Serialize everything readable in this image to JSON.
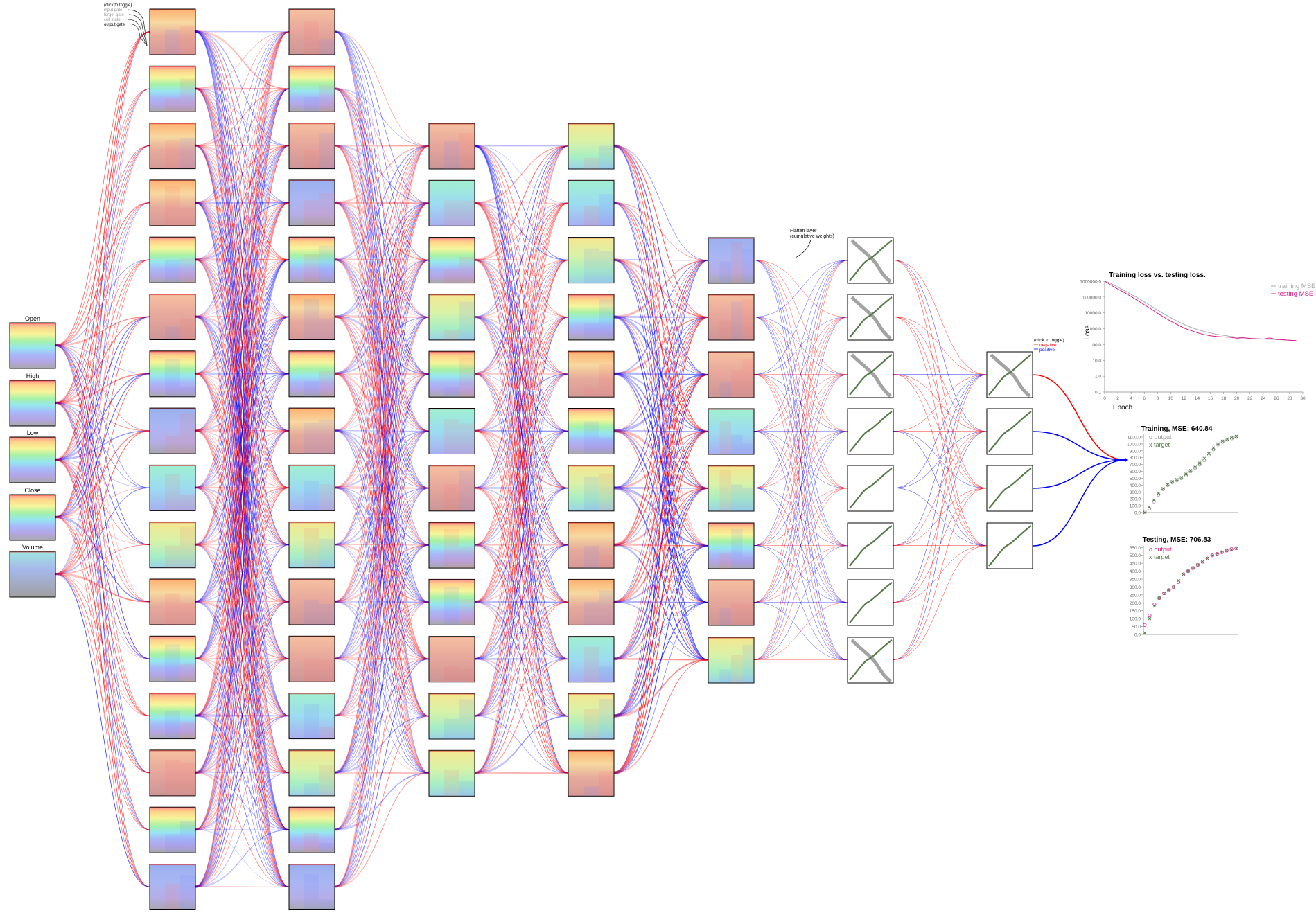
{
  "inputs": {
    "labels": [
      "Open",
      "High",
      "Low",
      "Close",
      "Volume"
    ]
  },
  "lstm_legend": {
    "toggle": "(click to toggle)",
    "items": [
      "input gate",
      "forget gate",
      "cell state",
      "output gate"
    ]
  },
  "flatten_annotation": {
    "line1": "Flatten layer",
    "line2": "(cumulative weights)"
  },
  "weight_legend": {
    "toggle": "(click to toggle)",
    "negative": "negative",
    "positive": "positive"
  },
  "layers": [
    {
      "kind": "input",
      "count": 5
    },
    {
      "kind": "lstm",
      "count": 16
    },
    {
      "kind": "lstm",
      "count": 16
    },
    {
      "kind": "lstm",
      "count": 12
    },
    {
      "kind": "lstm",
      "count": 12
    },
    {
      "kind": "lstm",
      "count": 8
    },
    {
      "kind": "dense",
      "count": 8
    },
    {
      "kind": "dense",
      "count": 4
    },
    {
      "kind": "output",
      "count": 1
    }
  ],
  "colors": {
    "negative": "#ff0000",
    "positive": "#0000ff",
    "target": "#557a46",
    "output_train": "#9a9a9a",
    "output_test": "#e0148c"
  },
  "loss_chart": {
    "title": "Training loss vs. testing loss.",
    "xlabel": "Epoch",
    "ylabel": "Loss",
    "legend": [
      "training MSE",
      "testing MSE"
    ],
    "y_ticks": [
      "1000000.0",
      "100000.0",
      "10000.0",
      "1000.0",
      "100.0",
      "10.0",
      "1.0",
      "0.1"
    ],
    "x_ticks": [
      "0",
      "2",
      "4",
      "6",
      "8",
      "10",
      "12",
      "14",
      "16",
      "18",
      "20",
      "22",
      "24",
      "26",
      "28",
      "30"
    ]
  },
  "train_chart": {
    "title": "Training, MSE: 640.84",
    "legend_output": "o  output",
    "legend_target": "x  target",
    "y_ticks": [
      "1100.0",
      "1000.0",
      "900.0",
      "800.0",
      "700.0",
      "600.0",
      "500.0",
      "400.0",
      "300.0",
      "200.0",
      "100.0",
      "0.0"
    ]
  },
  "test_chart": {
    "title": "Testing, MSE: 706.83",
    "legend_output": "o  output",
    "legend_target": "x  target",
    "y_ticks": [
      "550.0",
      "500.0",
      "450.0",
      "400.0",
      "350.0",
      "300.0",
      "250.0",
      "200.0",
      "150.0",
      "100.0",
      "50.0",
      "0.0"
    ]
  },
  "chart_data": [
    {
      "type": "line",
      "title": "Training loss vs. testing loss.",
      "xlabel": "Epoch",
      "ylabel": "Loss",
      "y_scale": "log",
      "xlim": [
        0,
        30
      ],
      "ylim": [
        0.1,
        1000000
      ],
      "legend_position": "top-right",
      "x": [
        0,
        1,
        2,
        3,
        4,
        5,
        6,
        7,
        8,
        9,
        10,
        11,
        12,
        13,
        14,
        15,
        16,
        17,
        18,
        19,
        20,
        21,
        22,
        23,
        24,
        25,
        26,
        27,
        28,
        29
      ],
      "series": [
        {
          "name": "training MSE",
          "values": [
            1100000,
            700000,
            420000,
            260000,
            150000,
            90000,
            50000,
            28000,
            15000,
            8500,
            5000,
            3000,
            1900,
            1250,
            900,
            680,
            540,
            440,
            380,
            330,
            290,
            270,
            250,
            235,
            225,
            215,
            205,
            195,
            188,
            180
          ]
        },
        {
          "name": "testing MSE",
          "values": [
            1000000,
            560000,
            320000,
            190000,
            110000,
            60000,
            33000,
            18000,
            9500,
            5200,
            3000,
            1800,
            1100,
            780,
            560,
            430,
            360,
            320,
            300,
            290,
            250,
            270,
            240,
            230,
            220,
            260,
            210,
            200,
            185,
            175
          ]
        }
      ]
    },
    {
      "type": "scatter",
      "title": "Training, MSE: 640.84",
      "ylim": [
        0,
        1150
      ],
      "series": [
        {
          "name": "output",
          "values": [
            10,
            60,
            160,
            260,
            340,
            400,
            440,
            470,
            500,
            540,
            600,
            650,
            700,
            760,
            840,
            920,
            990,
            1030,
            1060,
            1080,
            1100
          ]
        },
        {
          "name": "target",
          "values": [
            0,
            80,
            180,
            280,
            350,
            410,
            450,
            480,
            510,
            560,
            610,
            660,
            720,
            790,
            860,
            940,
            1000,
            1040,
            1070,
            1090,
            1110
          ]
        }
      ]
    },
    {
      "type": "scatter",
      "title": "Testing, MSE: 706.83",
      "ylim": [
        0,
        560
      ],
      "series": [
        {
          "name": "output",
          "values": [
            60,
            120,
            190,
            230,
            260,
            280,
            300,
            330,
            380,
            400,
            420,
            440,
            460,
            480,
            500,
            510,
            520,
            530,
            540,
            545
          ]
        },
        {
          "name": "target",
          "values": [
            10,
            100,
            180,
            230,
            260,
            280,
            300,
            340,
            380,
            400,
            420,
            440,
            460,
            480,
            500,
            510,
            520,
            530,
            535,
            545
          ]
        }
      ]
    }
  ]
}
